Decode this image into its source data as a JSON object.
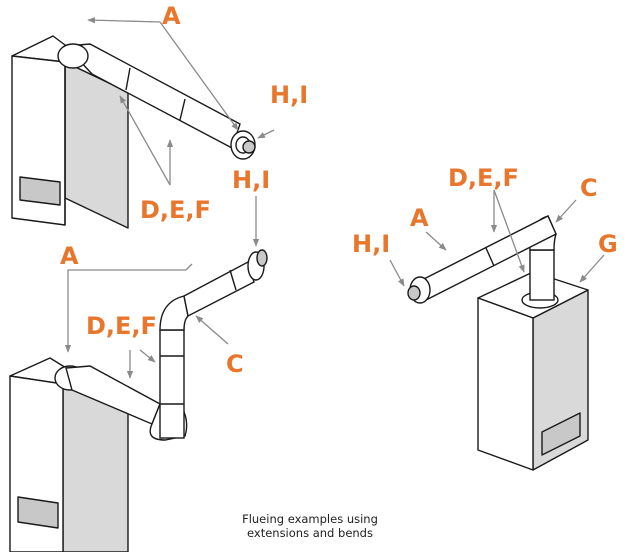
{
  "labels": {
    "fig1": {
      "a": "A",
      "hi": "H,I",
      "def": "D,E,F"
    },
    "fig2": {
      "hi": "H,I",
      "a": "A",
      "def": "D,E,F",
      "c": "C"
    },
    "fig3": {
      "def": "D,E,F",
      "a": "A",
      "c": "C",
      "hi": "H,I",
      "g": "G"
    }
  },
  "caption": {
    "line1": "Flueing examples using",
    "line2": "extensions and bends"
  },
  "colors": {
    "label": "#E8762C",
    "leader": "#8A8A8A",
    "outline": "#1A1A1A",
    "boiler_front": "#FFFFFF",
    "boiler_side": "#D9D9D9",
    "window": "#C8C8C8",
    "pipe": "#FFFFFF"
  }
}
